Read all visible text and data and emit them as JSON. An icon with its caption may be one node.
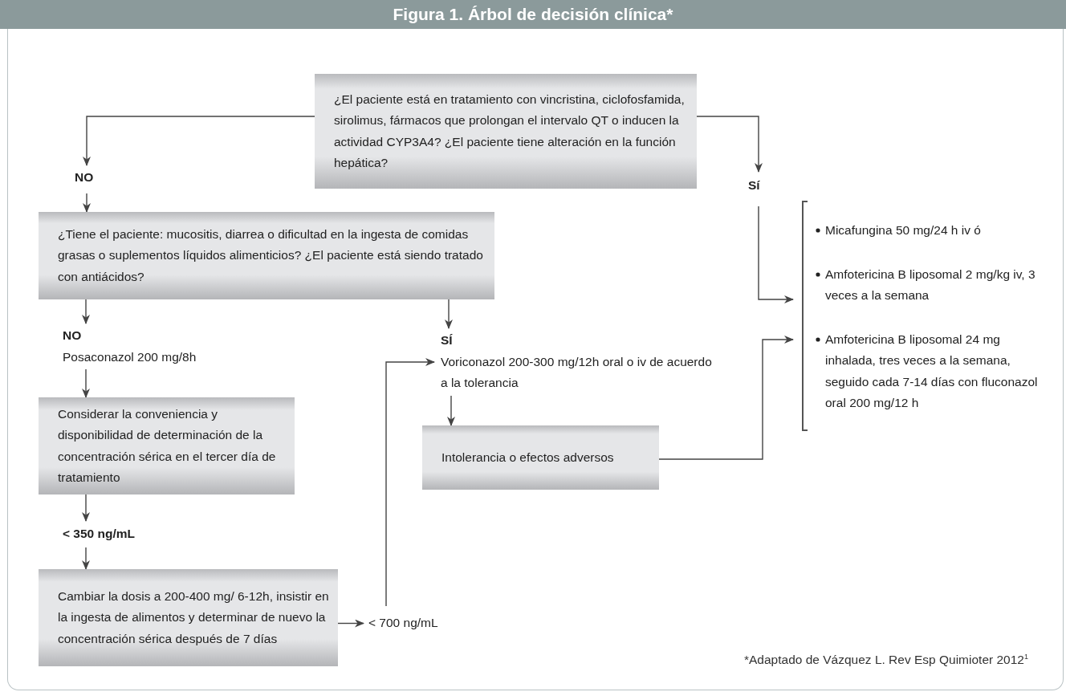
{
  "diagram": {
    "title": "Figura 1. Árbol de decisión clínica*",
    "nodes": [
      {
        "text": [
          "¿El paciente está en tratamiento con vincristina, ciclofosfamida, sirolimus, fármacos que prolongan el intervalo QT o inducen la actividad CYP3A4? ¿El paciente tiene alteración en la función hepática?"
        ]
      },
      {
        "text": [
          "NO"
        ]
      },
      {
        "text": [
          "¿Tiene el paciente: mucositis, diarrea o dificultad en la ingesta de comidas grasas o suplementos líquidos alimenticios? ¿El paciente está siendo tratado con antiácidos?"
        ]
      },
      {
        "text": [
          "NO",
          "Posaconazol 200 mg/8h"
        ]
      },
      {
        "text": [
          "Considerar la conveniencia y disponibilidad de  determinación de la concentración sérica en el tercer día de tratamiento"
        ]
      },
      {
        "text": [
          "< 350 ng/mL"
        ]
      },
      {
        "text": [
          "Cambiar la dosis a 200-400 mg/ 6-12h, insistir en la ingesta de alimentos y determinar de nuevo la concentración sérica después de 7 días"
        ]
      },
      {
        "text": [
          "< 700 ng/mL"
        ]
      },
      {
        "text": [
          "SÍ",
          "Voriconazol 200-300 mg/12h oral o iv de acuerdo a la tolerancia"
        ]
      },
      {
        "text": [
          "Intolerancia o efectos adversos"
        ]
      },
      {
        "text": [
          "Sí"
        ]
      },
      {
        "text": [
          "Micafungina 50 mg/24 h iv ó",
          "Amfotericina B liposomal 2 mg/kg iv, 3 veces a la semana",
          "Amfotericina B liposomal 24 mg inhalada, tres veces a la semana, seguido cada 7-14 días con fluconazol oral 200 mg/12 h"
        ]
      }
    ],
    "edges": [
      {
        "from": 0,
        "to": 1,
        "arrow": "to"
      },
      {
        "from": 1,
        "to": 2,
        "arrow": "to"
      },
      {
        "from": 2,
        "to": 3,
        "arrow": "to"
      },
      {
        "from": 2,
        "to": 8,
        "arrow": "to"
      },
      {
        "from": 3,
        "to": 4,
        "arrow": "to"
      },
      {
        "from": 4,
        "to": 5,
        "arrow": "to"
      },
      {
        "from": 5,
        "to": 6,
        "arrow": "to"
      },
      {
        "from": 6,
        "to": 7,
        "arrow": "to"
      },
      {
        "from": 7,
        "to": 8,
        "arrow": "to"
      },
      {
        "from": 8,
        "to": 9,
        "arrow": "to"
      },
      {
        "from": 0,
        "to": 10,
        "arrow": "to"
      },
      {
        "from": 10,
        "to": 11,
        "arrow": "to"
      },
      {
        "from": 9,
        "to": 11,
        "arrow": "to"
      }
    ],
    "labels": [
      "*Adaptado de Vázquez L. Rev Esp Quimioter 2012$^{1}$"
    ]
  }
}
